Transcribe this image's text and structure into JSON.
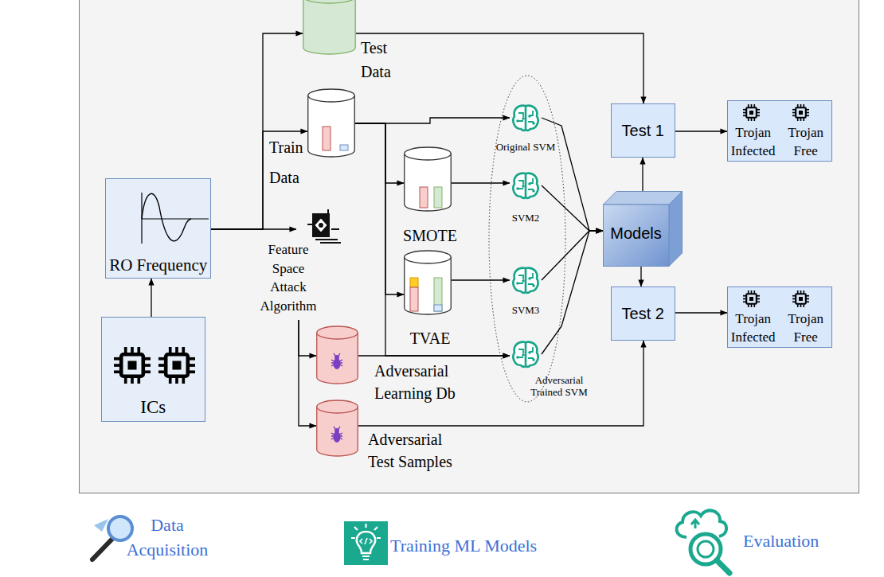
{
  "diagram": {
    "nodes": [
      {
        "text": [
          "ICs"
        ]
      },
      {
        "text": [
          "RO Frequency"
        ]
      },
      {
        "text": [
          "Test Data"
        ]
      },
      {
        "text": [
          "Train Data"
        ]
      },
      {
        "text": [
          "Feature Space Attack Algorithm"
        ]
      },
      {
        "text": [
          "Original SVM"
        ]
      },
      {
        "text": [
          "SMOTE"
        ]
      },
      {
        "text": [
          "SVM2"
        ]
      },
      {
        "text": [
          "TVAE"
        ]
      },
      {
        "text": [
          "SVM3"
        ]
      },
      {
        "text": [
          "Adversarial Learning Db"
        ]
      },
      {
        "text": [
          "Adversarial Trained SVM"
        ]
      },
      {
        "text": [
          "Adversarial Test Samples"
        ]
      },
      {
        "text": [
          "Models"
        ]
      },
      {
        "text": [
          "Test 1"
        ]
      },
      {
        "text": [
          "Test 2"
        ]
      },
      {
        "text": [
          "Trojan Infected",
          "Trojan Free"
        ]
      },
      {
        "text": [
          "Trojan Infected",
          "Trojan Free"
        ]
      }
    ],
    "edges": [
      {
        "from": 0,
        "to": 1,
        "arrow": "to"
      },
      {
        "from": 1,
        "to": 2,
        "arrow": "to"
      },
      {
        "from": 1,
        "to": 3,
        "arrow": "to"
      },
      {
        "from": 1,
        "to": 4,
        "arrow": "to"
      },
      {
        "from": 3,
        "to": 5,
        "arrow": "to"
      },
      {
        "from": 3,
        "to": 6,
        "arrow": "to"
      },
      {
        "from": 3,
        "to": 8,
        "arrow": "to"
      },
      {
        "from": 3,
        "to": 11,
        "arrow": "to"
      },
      {
        "from": 4,
        "to": 10,
        "arrow": "to"
      },
      {
        "from": 4,
        "to": 12,
        "arrow": "to"
      },
      {
        "from": 10,
        "to": 11,
        "arrow": "to"
      },
      {
        "from": 6,
        "to": 7,
        "arrow": "to"
      },
      {
        "from": 8,
        "to": 9,
        "arrow": "to"
      },
      {
        "from": 5,
        "to": 13,
        "arrow": "to"
      },
      {
        "from": 7,
        "to": 13,
        "arrow": "to"
      },
      {
        "from": 9,
        "to": 13,
        "arrow": "to"
      },
      {
        "from": 11,
        "to": 13,
        "arrow": "to"
      },
      {
        "from": 13,
        "to": 14,
        "arrow": "to"
      },
      {
        "from": 13,
        "to": 15,
        "arrow": "to"
      },
      {
        "from": 2,
        "to": 14,
        "arrow": "to"
      },
      {
        "from": 12,
        "to": 15,
        "arrow": "to"
      },
      {
        "from": 14,
        "to": 16,
        "arrow": "to"
      },
      {
        "from": 15,
        "to": 17,
        "arrow": "to"
      }
    ],
    "legend": [
      {
        "text": "Data Acquisition"
      },
      {
        "text": "Training ML Models"
      },
      {
        "text": "Evaluation"
      }
    ]
  }
}
